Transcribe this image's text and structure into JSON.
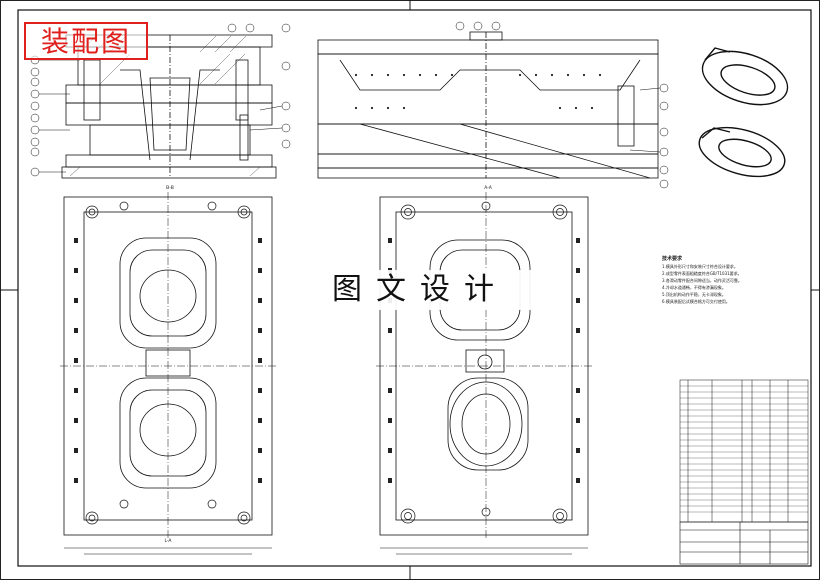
{
  "stamp_label": "装配图",
  "watermark_text": "图文设计",
  "section_labels": {
    "top_left": "B-B",
    "top_right": "A-A",
    "bottom_left": "L-A"
  },
  "tech_notes": {
    "title": "技术要求",
    "items": [
      "1.模具外形尺寸和安装尺寸符合设计要求。",
      "2.成型零件表面粗糙度符合GB/T1031要求。",
      "3.各滑动零件配合间隙适当，动作灵活可靠。",
      "4.冷却水道通畅，不得有渗漏现象。",
      "5.顶出机构动作平稳，无卡滞现象。",
      "6.模具装配后试模合格方可交付使用。"
    ]
  },
  "colors": {
    "line": "#111111",
    "stamp": "#e0201c",
    "paper": "#ffffff"
  },
  "icons": [
    "toilet-seat-ring-icon",
    "toilet-seat-ring-angled-icon"
  ]
}
